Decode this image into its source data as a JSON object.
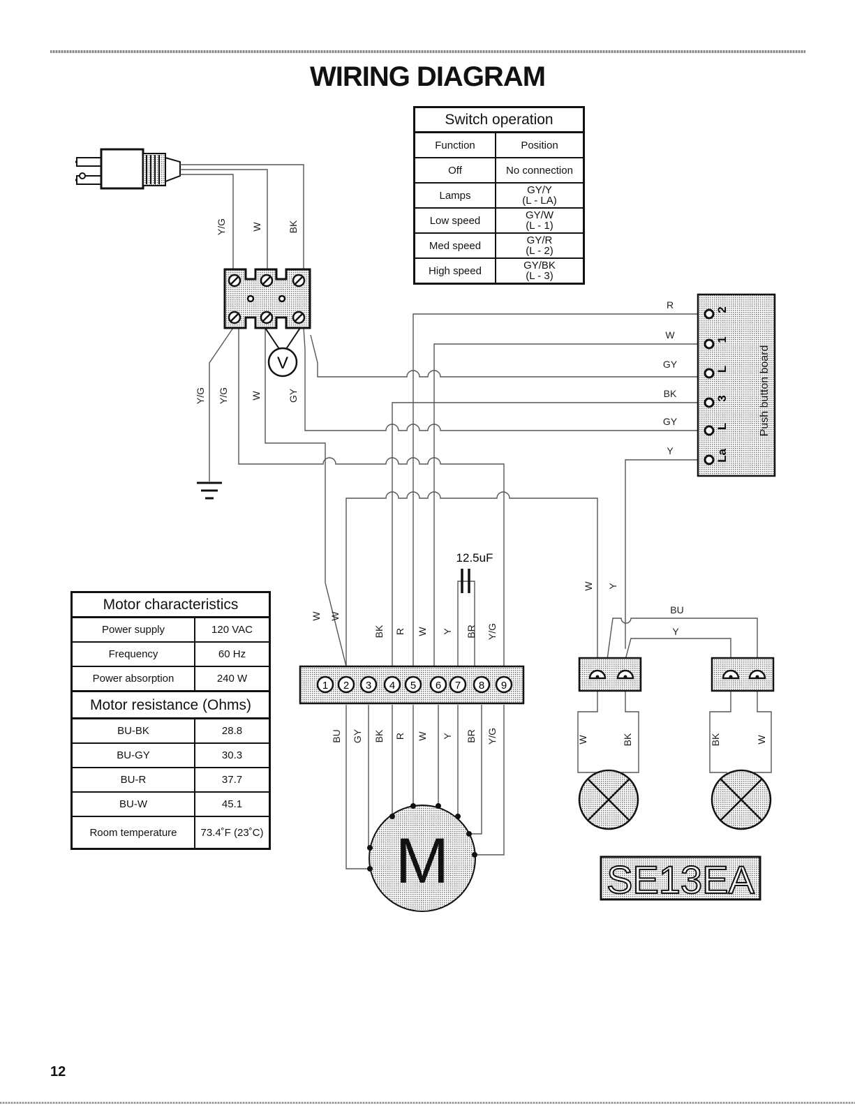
{
  "title": "WIRING DIAGRAM",
  "page_number": "12",
  "model": "SE13EA",
  "capacitor": "12.5uF",
  "motor_label": "M",
  "voltmeter_label": "V",
  "push_button_board": {
    "label": "Push button board",
    "terminals": [
      {
        "wire": "R",
        "pin": "2"
      },
      {
        "wire": "W",
        "pin": "1"
      },
      {
        "wire": "GY",
        "pin": "L"
      },
      {
        "wire": "BK",
        "pin": "3"
      },
      {
        "wire": "GY",
        "pin": "L"
      },
      {
        "wire": "Y",
        "pin": "La"
      }
    ]
  },
  "switch_operation": {
    "title": "Switch operation",
    "headers": [
      "Function",
      "Position"
    ],
    "rows": [
      {
        "function": "Off",
        "position": "No connection",
        "position2": ""
      },
      {
        "function": "Lamps",
        "position": "GY/Y",
        "position2": "(L - LA)"
      },
      {
        "function": "Low speed",
        "position": "GY/W",
        "position2": "(L - 1)"
      },
      {
        "function": "Med speed",
        "position": "GY/R",
        "position2": "(L - 2)"
      },
      {
        "function": "High speed",
        "position": "GY/BK",
        "position2": "(L - 3)"
      }
    ]
  },
  "motor_characteristics": {
    "title": "Motor characteristics",
    "rows": [
      {
        "label": "Power supply",
        "value": "120 VAC"
      },
      {
        "label": "Frequency",
        "value": "60 Hz"
      },
      {
        "label": "Power absorption",
        "value": "240 W"
      }
    ],
    "resistance_title": "Motor resistance (Ohms)",
    "resistance_rows": [
      {
        "label": "BU-BK",
        "value": "28.8"
      },
      {
        "label": "BU-GY",
        "value": "30.3"
      },
      {
        "label": "BU-R",
        "value": "37.7"
      },
      {
        "label": "BU-W",
        "value": "45.1"
      },
      {
        "label": "Room temperature",
        "value": "73.4˚F (23˚C)"
      }
    ]
  },
  "wire_labels": {
    "cord": [
      "Y/G",
      "W",
      "BK"
    ],
    "block_out": [
      "Y/G",
      "Y/G",
      "W",
      "GY"
    ],
    "terminal_top": [
      "W",
      "W",
      "BK",
      "R",
      "W",
      "Y",
      "BR",
      "Y/G"
    ],
    "terminal_bottom": [
      "BU",
      "GY",
      "BK",
      "R",
      "W",
      "Y",
      "BR",
      "Y/G"
    ],
    "terminal_numbers": [
      "1",
      "2",
      "3",
      "4",
      "5",
      "6",
      "7",
      "8",
      "9"
    ],
    "lamp_feed": [
      "W",
      "Y"
    ],
    "lamp_bus": [
      "BU",
      "Y"
    ],
    "lamp1": [
      "W",
      "BK"
    ],
    "lamp2": [
      "BK",
      "W"
    ]
  }
}
